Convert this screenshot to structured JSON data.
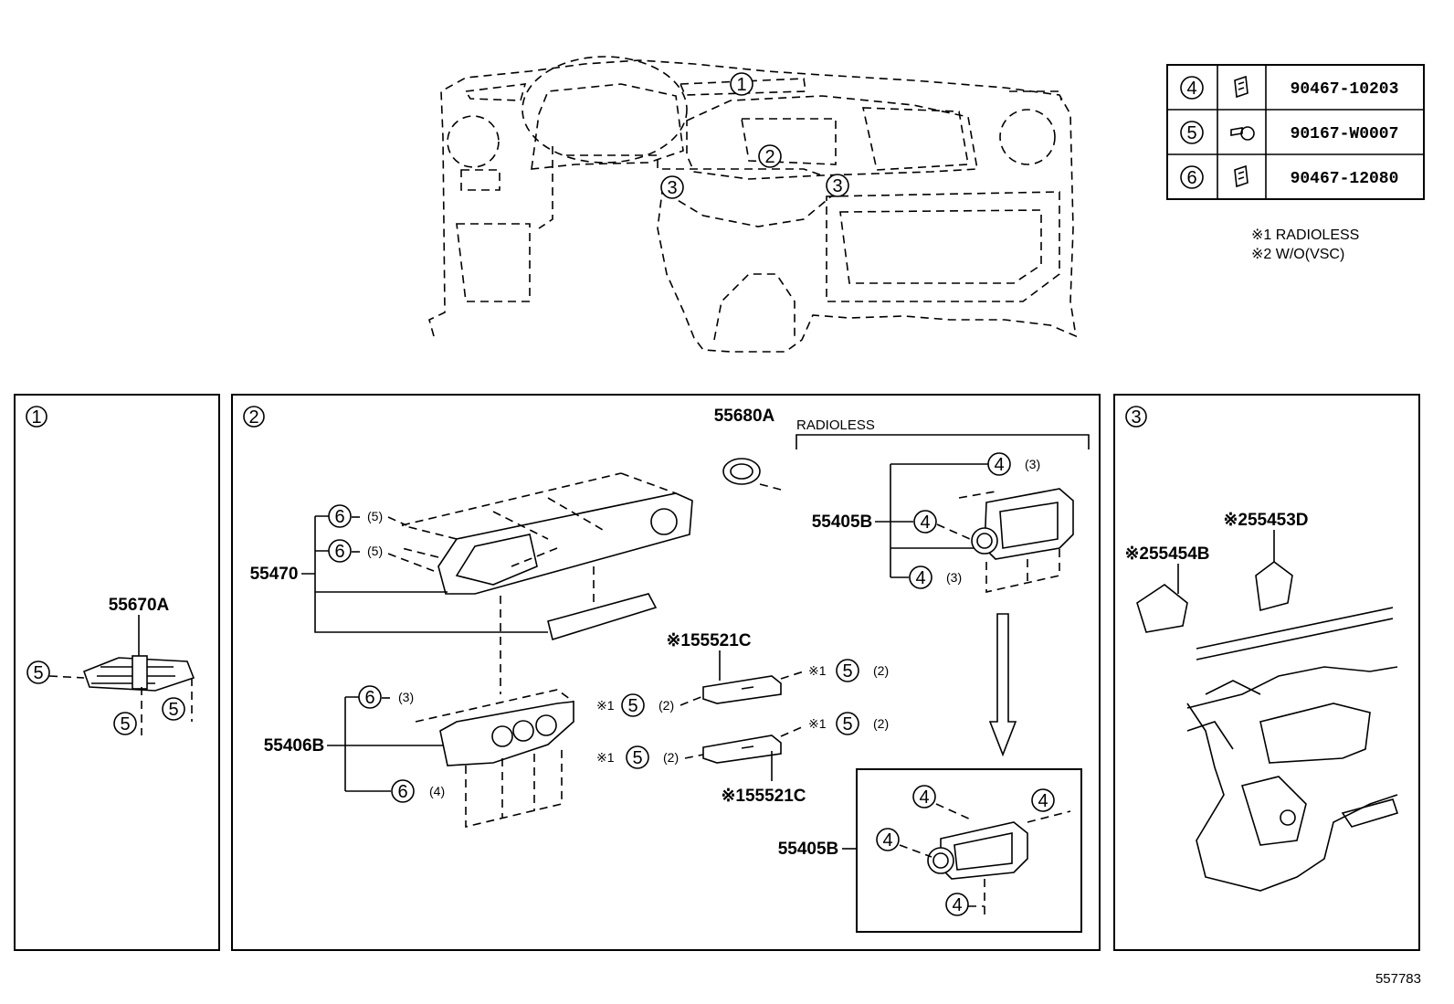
{
  "table": {
    "rows": [
      {
        "ref": "4",
        "icon": "clip-icon",
        "part_no": "90467-10203"
      },
      {
        "ref": "5",
        "icon": "screw-icon",
        "part_no": "90167-W0007"
      },
      {
        "ref": "6",
        "icon": "clip-icon",
        "part_no": "90467-12080"
      }
    ]
  },
  "notes": {
    "n1": "※1 RADIOLESS",
    "n2": "※2 W/O(VSC)"
  },
  "overview": {
    "callout1": "1",
    "callout2": "2",
    "callout3a": "3",
    "callout3b": "3"
  },
  "panel1": {
    "number": "1",
    "part": "55670A",
    "screw_a": "5",
    "screw_b": "5",
    "screw_c": "5"
  },
  "panel2": {
    "number": "2",
    "radioless_title": "RADIOLESS",
    "part_vent": "55680A",
    "part_panel": "55470",
    "part_lower": "55406B",
    "part_bezel_top": "55405B",
    "part_bezel_bottom": "55405B",
    "part_switch_top": "※155521C",
    "part_switch_bottom": "※155521C",
    "c6_a": "6",
    "q6_a": "(5)",
    "c6_b": "6",
    "q6_b": "(5)",
    "c6_c": "6",
    "q6_c": "(3)",
    "c6_d": "6",
    "q6_d": "(4)",
    "c4_a": "4",
    "q4_a": "(3)",
    "c4_b": "4",
    "c4_c": "4",
    "q4_c": "(3)",
    "c4_d": "4",
    "c4_e": "4",
    "c4_f": "4",
    "c4_g": "4",
    "mark_sw1_r": "※1",
    "c5_sw1_r": "5",
    "q5_sw1_r": "(2)",
    "mark_sw1_l": "※1",
    "c5_sw1_l": "5",
    "q5_sw1_l": "(2)",
    "mark_sw2_r": "※1",
    "c5_sw2_r": "5",
    "q5_sw2_r": "(2)",
    "mark_sw2_l": "※1",
    "c5_sw2_l": "5",
    "q5_sw2_l": "(2)"
  },
  "panel3": {
    "number": "3",
    "part_a": "※255454B",
    "part_b": "※255453D"
  },
  "footer": {
    "diagram_id": "557783"
  }
}
